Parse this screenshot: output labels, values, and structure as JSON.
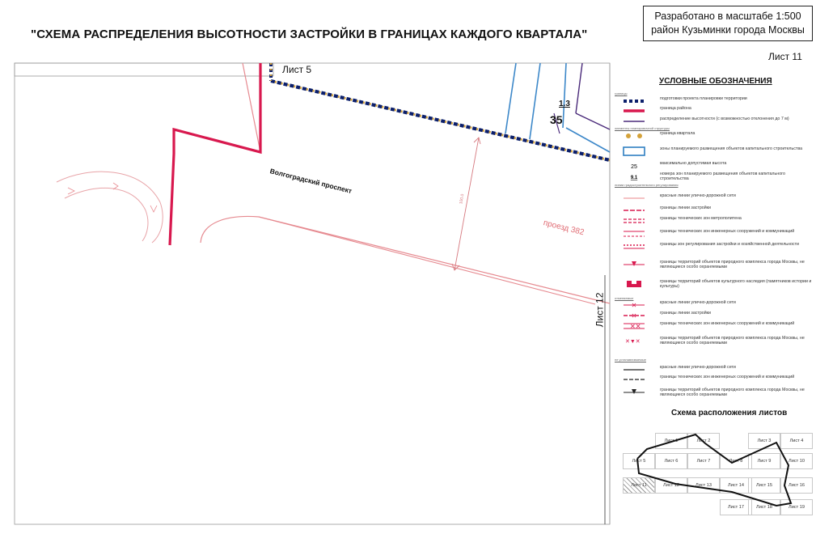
{
  "title": "\"СХЕМА РАСПРЕДЕЛЕНИЯ ВЫСОТНОСТИ ЗАСТРОЙКИ В ГРАНИЦАХ КАЖДОГО КВАРТАЛА\"",
  "stamp": {
    "line1": "Разработано в масштабе 1:500",
    "line2": "район Кузьминки города Москвы"
  },
  "sheet_number": "Лист 11",
  "map": {
    "sheet_top": "Лист 5",
    "sheet_right": "Лист 12",
    "street_label": "Волгоградский проспект",
    "passage_label": "проезд 382",
    "zone_number": "1.3",
    "height_value": "35",
    "dimension_label": "100.0"
  },
  "colors": {
    "district_border": "#d8184e",
    "red_line": "#e8848a",
    "zone_blue": "#2f7fc1",
    "quarter_dot": "#d4a23a",
    "project_border": "#0b1f6b",
    "height_line": "#4a2a7a"
  },
  "legend": {
    "title": "УСЛОВНЫЕ ОБОЗНАЧЕНИЯ",
    "group1": "границы",
    "group2": "элементы планировочной структуры",
    "group3": "линии градостроительного регулирования",
    "group4": "отменяемые",
    "group5": "не устанавливаемые",
    "items": [
      {
        "icon": "project-border-icon",
        "label": "подготовки проекта планировки территории"
      },
      {
        "icon": "district-border-icon",
        "label": "граница района"
      },
      {
        "icon": "height-distribution-icon",
        "label": "распределение высотности (с возможностью отклонения до 7 м)"
      },
      {
        "icon": "quarter-border-icon",
        "label": "граница квартала"
      },
      {
        "icon": "construction-zone-icon",
        "label": "зоны планируемого размещения объектов капитального строительства"
      },
      {
        "icon": "max-height-icon",
        "symbol": "25",
        "label": "максимально допустимая высота"
      },
      {
        "icon": "zone-number-icon",
        "symbol": "9.1",
        "label": "номера зон планируемого размещения объектов капитального строительства"
      },
      {
        "icon": "red-line-icon",
        "label": "красные линии улично-дорожной сети"
      },
      {
        "icon": "building-line-icon",
        "label": "границы линии застройки"
      },
      {
        "icon": "metro-zone-icon",
        "label": "границы технических зон метрополитена"
      },
      {
        "icon": "engineering-zone-icon",
        "label": "границы технических зон инженерных сооружений и коммуникаций"
      },
      {
        "icon": "regulation-zone-icon",
        "label": "границы зон регулирования застройки и хозяйственной деятельности"
      },
      {
        "icon": "nature-territory-icon",
        "label": "границы территорий объектов природного комплекса города Москвы, не являющиеся особо охраняемыми"
      },
      {
        "icon": "heritage-icon",
        "label": "границы территорий объектов культурного наследия (памятников истории и культуры)"
      },
      {
        "icon": "cancelled-red-line-icon",
        "label": "красные линии улично-дорожной сети"
      },
      {
        "icon": "cancelled-building-line-icon",
        "label": "границы линии застройки"
      },
      {
        "icon": "cancelled-engineering-icon",
        "label": "границы технических зон инженерных сооружений и коммуникаций"
      },
      {
        "icon": "cancelled-nature-icon",
        "label": "границы территорий объектов природного комплекса города Москвы, не являющиеся особо охраняемыми"
      },
      {
        "icon": "unset-red-line-icon",
        "label": "красные линии улично-дорожной сети"
      },
      {
        "icon": "unset-engineering-icon",
        "label": "границы технических зон инженерных сооружений и коммуникаций"
      },
      {
        "icon": "unset-nature-icon",
        "label": "границы территорий объектов природного комплекса города Москвы, не являющиеся особо охраняемыми"
      }
    ]
  },
  "sheet_scheme": {
    "title": "Схема расположения листов",
    "sheets": [
      "Лист 1",
      "Лист 2",
      "Лист 3",
      "Лист 4",
      "Лист 5",
      "Лист 6",
      "Лист 7",
      "Лист 8",
      "Лист 9",
      "Лист 10",
      "Лист 11",
      "Лист 12",
      "Лист 13",
      "Лист 14",
      "Лист 15",
      "Лист 16",
      "Лист 17",
      "Лист 18",
      "Лист 19"
    ],
    "current": "Лист 11"
  }
}
